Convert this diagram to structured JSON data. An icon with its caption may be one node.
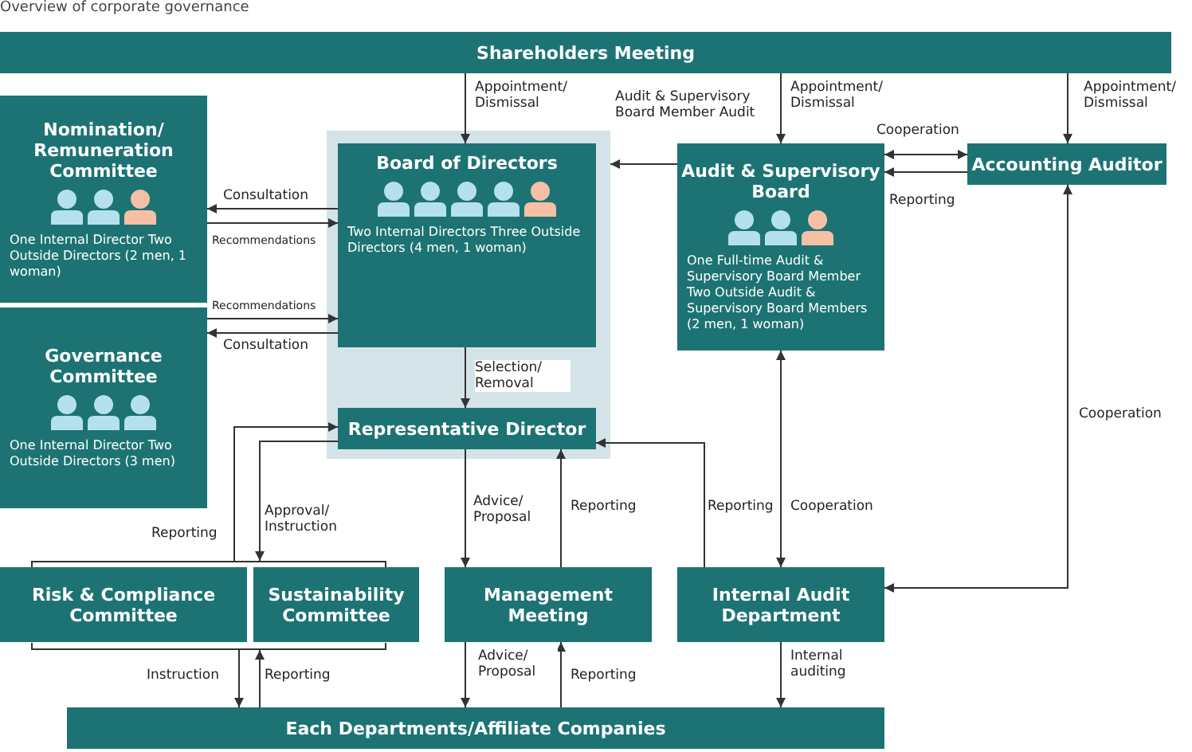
{
  "diagram": {
    "title": "Overview of corporate governance",
    "nodes": [
      {
        "text": [
          "Shareholders Meeting"
        ]
      },
      {
        "text": [
          "Nomination/ Remuneration Committee",
          "One Internal Director Two Outside Directors (2 men, 1 woman)"
        ]
      },
      {
        "text": [
          "Governance Committee",
          "One Internal Director Two Outside Directors (3 men)"
        ]
      },
      {
        "text": [],
        "shape": "box"
      },
      {
        "text": [
          "Board of Directors",
          "Two Internal Directors Three Outside Directors (4 men, 1 woman)"
        ],
        "in": 3
      },
      {
        "text": [
          "Representative Director"
        ],
        "in": 3
      },
      {
        "text": [
          "Audit & Supervisory Board",
          "One Full-time Audit & Supervisory Board Member Two Outside Audit & Supervisory Board Members (2 men, 1 woman)"
        ]
      },
      {
        "text": [
          "Accounting Auditor"
        ]
      },
      {
        "text": [],
        "shape": "bracket"
      },
      {
        "text": [
          "Risk & Compliance Committee"
        ],
        "in": 8
      },
      {
        "text": [
          "Sustainability Committee"
        ],
        "in": 8
      },
      {
        "text": [
          "Management Meeting"
        ]
      },
      {
        "text": [
          "Internal Audit Department"
        ]
      },
      {
        "text": [
          "Each Departments/Affiliate Companies"
        ]
      }
    ],
    "edges": [
      {
        "from": 0,
        "to": 4,
        "arrow": "to",
        "label": "Appointment/ Dismissal"
      },
      {
        "from": 0,
        "to": 6,
        "arrow": "to",
        "label": "Appointment/ Dismissal"
      },
      {
        "from": 0,
        "to": 7,
        "arrow": "to",
        "label": "Appointment/ Dismissal"
      },
      {
        "from": 1,
        "to": 4,
        "arrow": "to",
        "label": "Recommendations"
      },
      {
        "from": 4,
        "to": 1,
        "arrow": "to",
        "label": "Consultation"
      },
      {
        "from": 2,
        "to": 4,
        "arrow": "to",
        "label": "Recommendations"
      },
      {
        "from": 4,
        "to": 2,
        "arrow": "to",
        "label": "Consultation"
      },
      {
        "from": 6,
        "to": 3,
        "arrow": "to",
        "label": "Audit & Supervisory Board Member Audit"
      },
      {
        "from": 7,
        "to": 6,
        "arrow": "to",
        "label": "Reporting"
      },
      {
        "from": 6,
        "to": 7,
        "arrow": "both",
        "label": "Cooperation"
      },
      {
        "from": 4,
        "to": 5,
        "arrow": "to",
        "label": "Selection/ Removal"
      },
      {
        "from": 8,
        "to": 5,
        "arrow": "to",
        "label": "Reporting"
      },
      {
        "from": 5,
        "to": 8,
        "arrow": "to",
        "label": "Approval/ Instruction"
      },
      {
        "from": 5,
        "to": 11,
        "arrow": "to",
        "label": "Advice/ Proposal"
      },
      {
        "from": 11,
        "to": 5,
        "arrow": "to",
        "label": "Reporting"
      },
      {
        "from": 12,
        "to": 5,
        "arrow": "to",
        "label": "Reporting"
      },
      {
        "from": 6,
        "to": 12,
        "arrow": "both",
        "label": "Cooperation"
      },
      {
        "from": 7,
        "to": 12,
        "arrow": "both",
        "label": "Cooperation"
      },
      {
        "from": 8,
        "to": 13,
        "arrow": "to",
        "label": "Instruction"
      },
      {
        "from": 13,
        "to": 8,
        "arrow": "to",
        "label": "Reporting"
      },
      {
        "from": 11,
        "to": 13,
        "arrow": "to",
        "label": "Advice/ Proposal"
      },
      {
        "from": 13,
        "to": 11,
        "arrow": "to",
        "label": "Reporting"
      },
      {
        "from": 12,
        "to": 13,
        "arrow": "to",
        "label": "Internal auditing"
      }
    ]
  }
}
